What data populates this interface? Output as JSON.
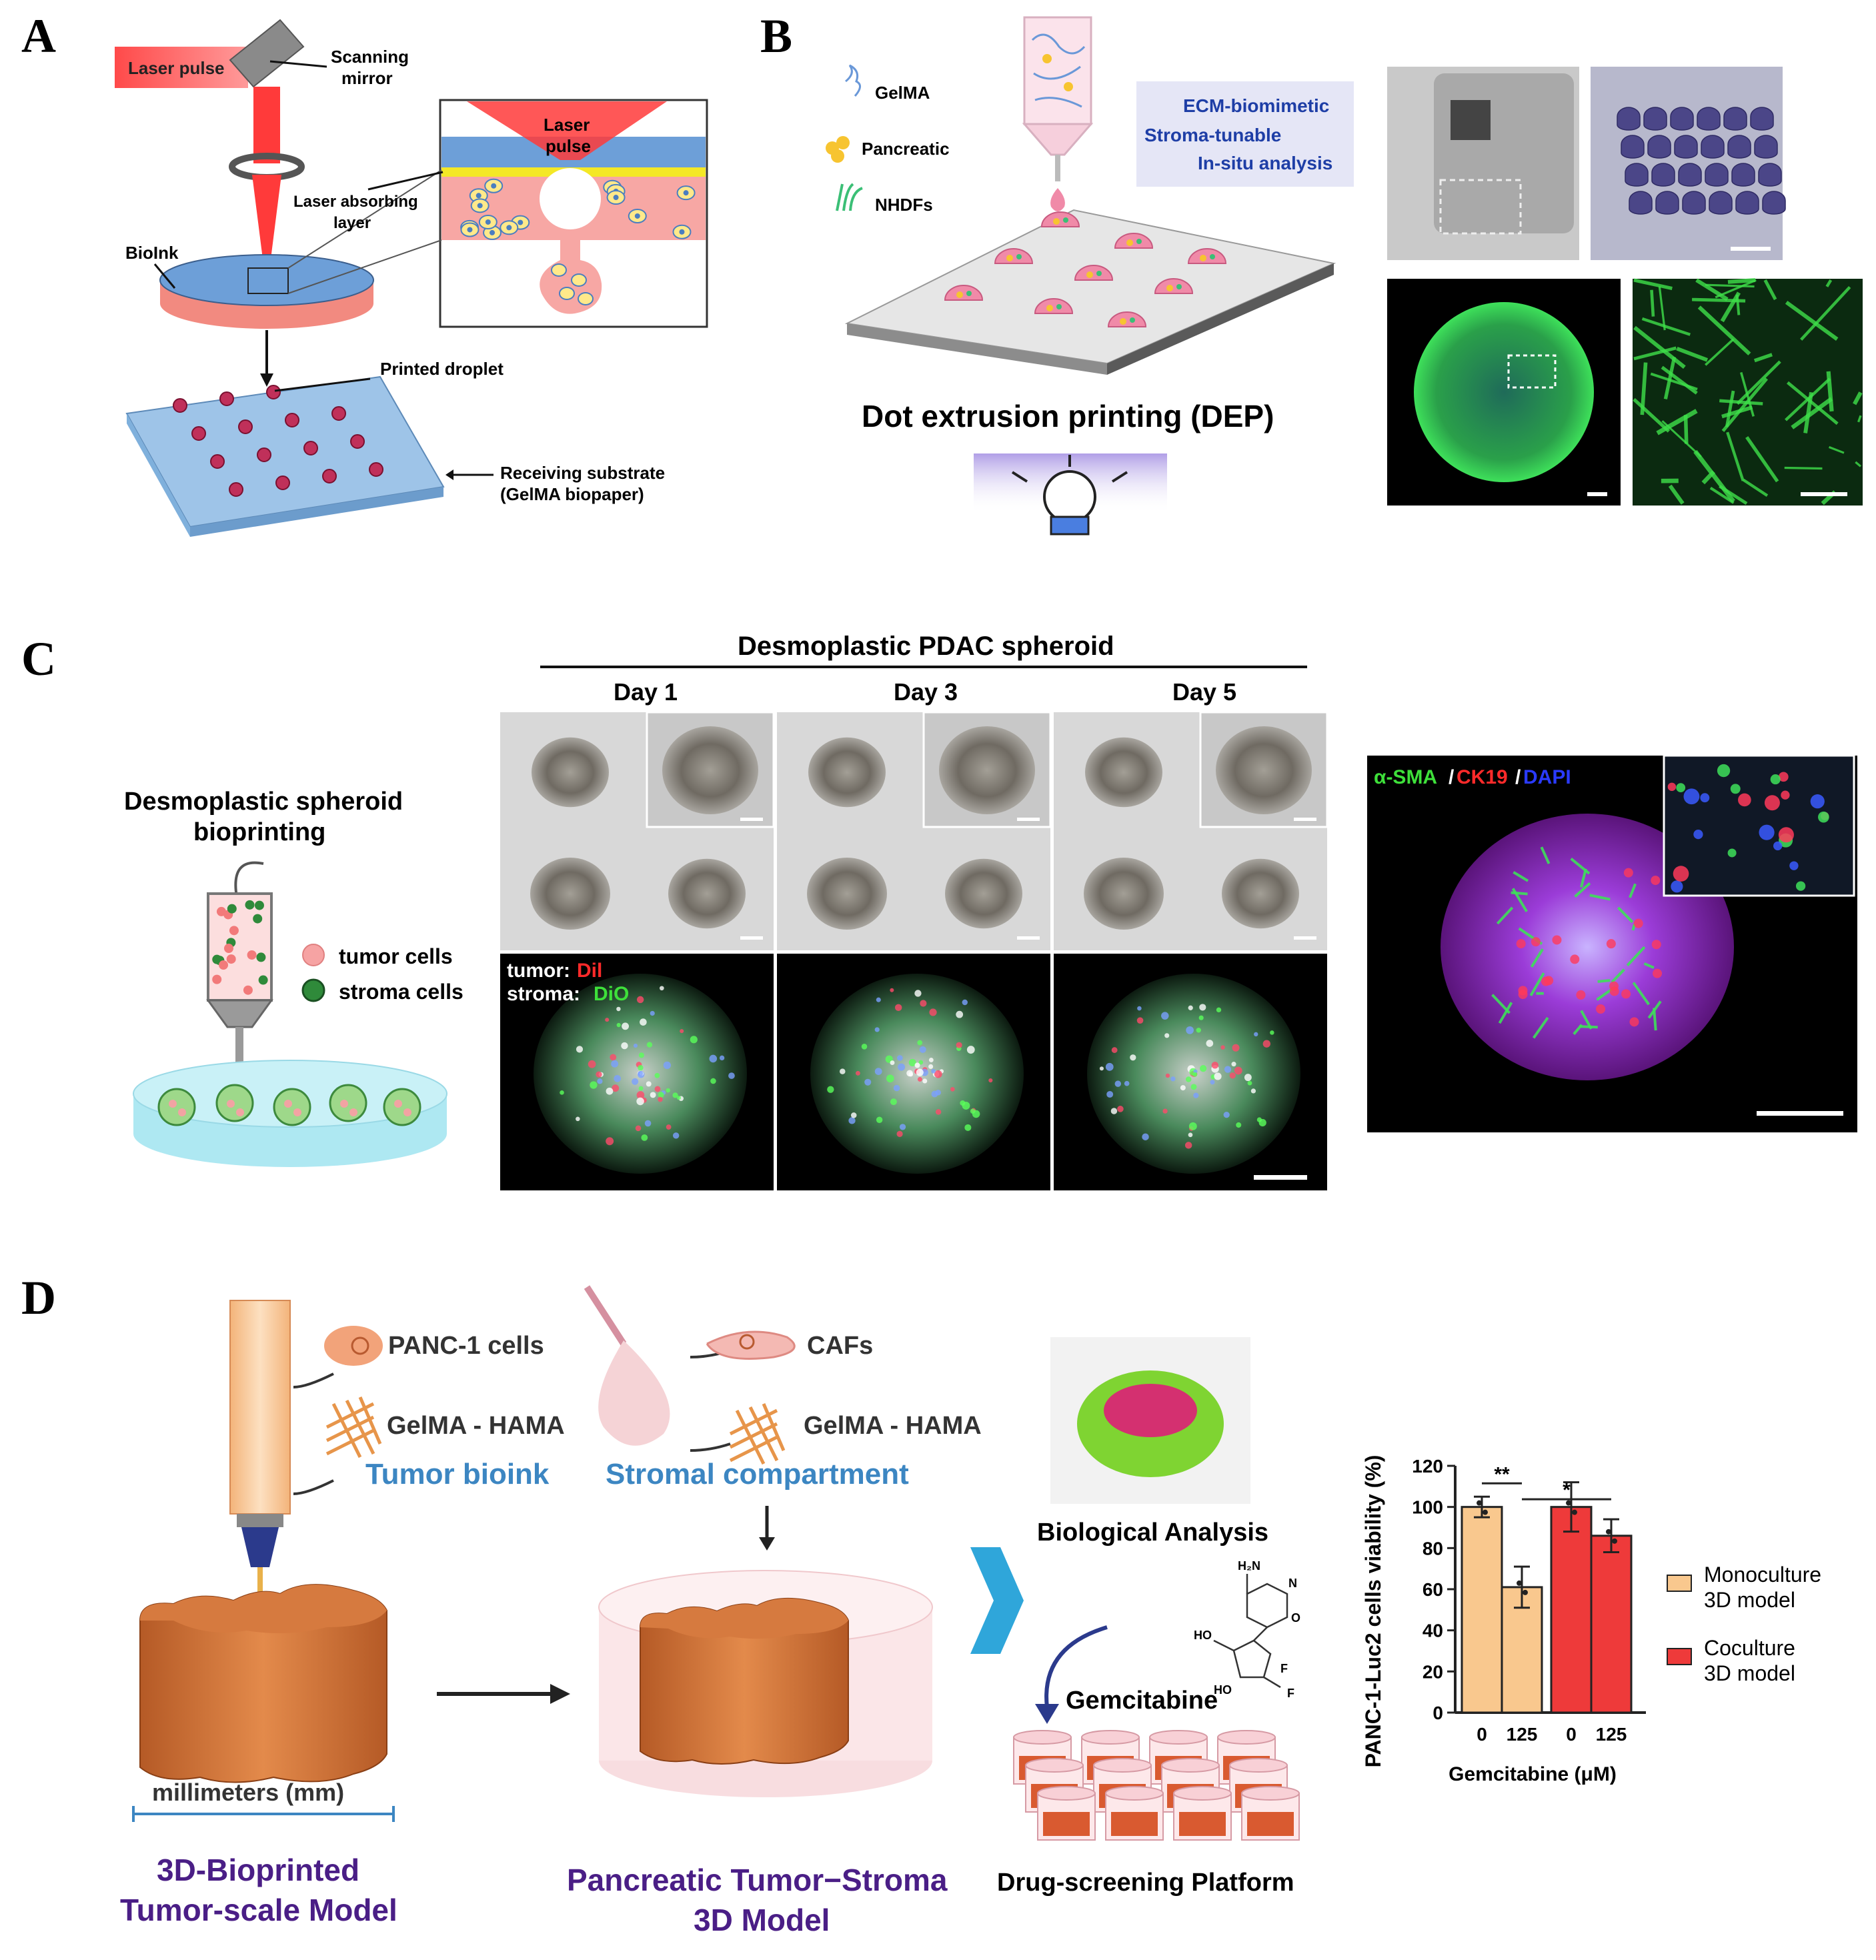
{
  "panels": {
    "A": {
      "letter": "A",
      "laser_pulse": "Laser pulse",
      "scanning_mirror_1": "Scanning",
      "scanning_mirror_2": "mirror",
      "inset_laser_1": "Laser",
      "inset_laser_2": "pulse",
      "absorbing_1": "Laser absorbing",
      "absorbing_2": "layer",
      "bioink": "BioInk",
      "printed_droplet": "Printed droplet",
      "receiving_1": "Receiving substrate",
      "receiving_2": "(GelMA biopaper)"
    },
    "B": {
      "letter": "B",
      "legend_gelma": "GelMA",
      "legend_pancreatic": "Pancreatic",
      "legend_nhdfs": "NHDFs",
      "box_1": "ECM-biomimetic",
      "box_2": "Stroma-tunable",
      "box_3": "In-situ analysis",
      "caption": "Dot extrusion printing (DEP)"
    },
    "C": {
      "letter": "C",
      "header": "Desmoplastic PDAC spheroid",
      "day1": "Day 1",
      "day3": "Day 3",
      "day5": "Day 5",
      "spheroid_title_1": "Desmoplastic spheroid",
      "spheroid_title_2": "bioprinting",
      "tumor_cells": "tumor cells",
      "stroma_cells": "stroma cells",
      "tumor_label": "tumor:",
      "tumor_dye": "Dil",
      "stroma_label": "stroma: ",
      "stroma_dye": "DiO",
      "stain_sma": "α-SMA",
      "stain_sep1": "/",
      "stain_ck19": "CK19",
      "stain_sep2": "/",
      "stain_dapi": "DAPI"
    },
    "D": {
      "letter": "D",
      "panc1": "PANC-1 cells",
      "gelma_hama_1": "GelMA - HAMA",
      "tumor_bioink": "Tumor bioink",
      "cafs": "CAFs",
      "gelma_hama_2": "GelMA - HAMA",
      "stromal_compartment": "Stromal compartment",
      "millimeters": "millimeters (mm)",
      "model1_1": "3D-Bioprinted",
      "model1_2": "Tumor-scale Model",
      "model2_1": "Pancreatic Tumor−Stroma",
      "model2_2": "3D Model",
      "biological_analysis": "Biological Analysis",
      "gemcitabine": "Gemcitabine",
      "drug_screening": "Drug-screening Platform",
      "chem_h2n": "H₂N",
      "chem_n": "N",
      "chem_o": "O",
      "chem_ho1": "HO",
      "chem_ho2": "HO",
      "chem_f1": "F",
      "chem_f2": "F"
    }
  },
  "chart_data": {
    "type": "bar",
    "ylabel": "PANC-1-Luc2 cells viability (%)",
    "xlabel": "Gemcitabine (μM)",
    "ylim": [
      0,
      120
    ],
    "yticks": [
      0,
      20,
      40,
      60,
      80,
      100,
      120
    ],
    "categories": [
      "0",
      "125",
      "0",
      "125"
    ],
    "bars": [
      {
        "series": "Monoculture 3D model",
        "x": "0",
        "value": 100,
        "err": 5
      },
      {
        "series": "Monoculture 3D model",
        "x": "125",
        "value": 61,
        "err": 10
      },
      {
        "series": "Coculture 3D model",
        "x": "0",
        "value": 100,
        "err": 12
      },
      {
        "series": "Coculture 3D model",
        "x": "125",
        "value": 86,
        "err": 8
      }
    ],
    "series": [
      {
        "name": "Monoculture 3D model",
        "name_line1": "Monoculture",
        "name_line2": "3D model",
        "color": "#f9c88e"
      },
      {
        "name": "Coculture 3D model",
        "name_line1": "Coculture",
        "name_line2": "3D model",
        "color": "#ee3a3a"
      }
    ],
    "significance": [
      {
        "label": "**",
        "from": 0,
        "to": 1
      },
      {
        "label": "*",
        "from": 1,
        "to": 3
      }
    ],
    "legend_position": "right"
  }
}
